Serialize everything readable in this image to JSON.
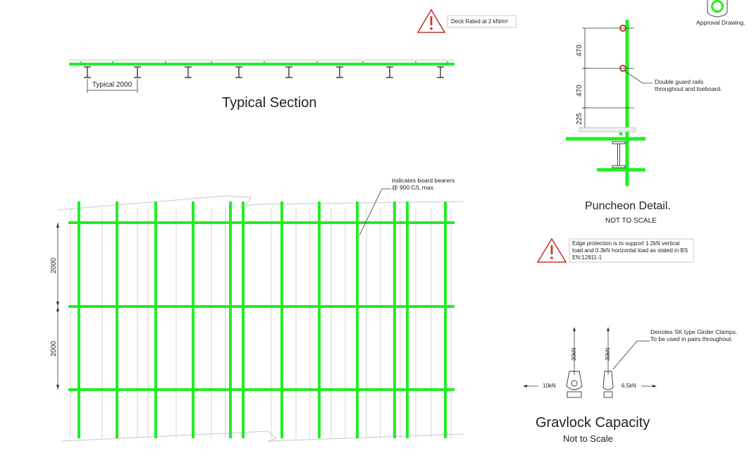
{
  "colors": {
    "member": "#22ee22",
    "line": "#333333",
    "faint": "#c8c8c8",
    "warning": "#c0392b"
  },
  "approval": {
    "label": "Approval Drawing."
  },
  "typical_section": {
    "title": "Typical Section",
    "typical_label": "Typical 2000",
    "warning_text": "Deck Rated at 2 kN/m²"
  },
  "plan": {
    "bearer_note_line1": "Indicates board bearers",
    "bearer_note_line2": "@ 900 C/L max.",
    "dim_top": "2000",
    "dim_bottom": "2000"
  },
  "puncheon": {
    "title": "Puncheon Detail.",
    "subtitle": "NOT TO SCALE",
    "dim_upper": "470",
    "dim_middle": "470",
    "dim_lower": "225",
    "rails_note_line1": "Double guard rails",
    "rails_note_line2": "throughout and toeboard."
  },
  "edge_protection": {
    "line1": "Edge protection is to support 1.2kN vertical",
    "line2": "load and 0.3kN horizontal load as stated in BS",
    "line3": "EN:12811-1"
  },
  "gravlock": {
    "title": "Gravlock Capacity",
    "subtitle": "Not to Scale",
    "clamp_note_line1": "Denotes SK type Girder Clamps.",
    "clamp_note_line2": "To be used in pairs throughout.",
    "left_vertical": "30kN",
    "right_vertical": "30kN",
    "left_horizontal": "10kN",
    "right_horizontal": "6.5kN"
  }
}
